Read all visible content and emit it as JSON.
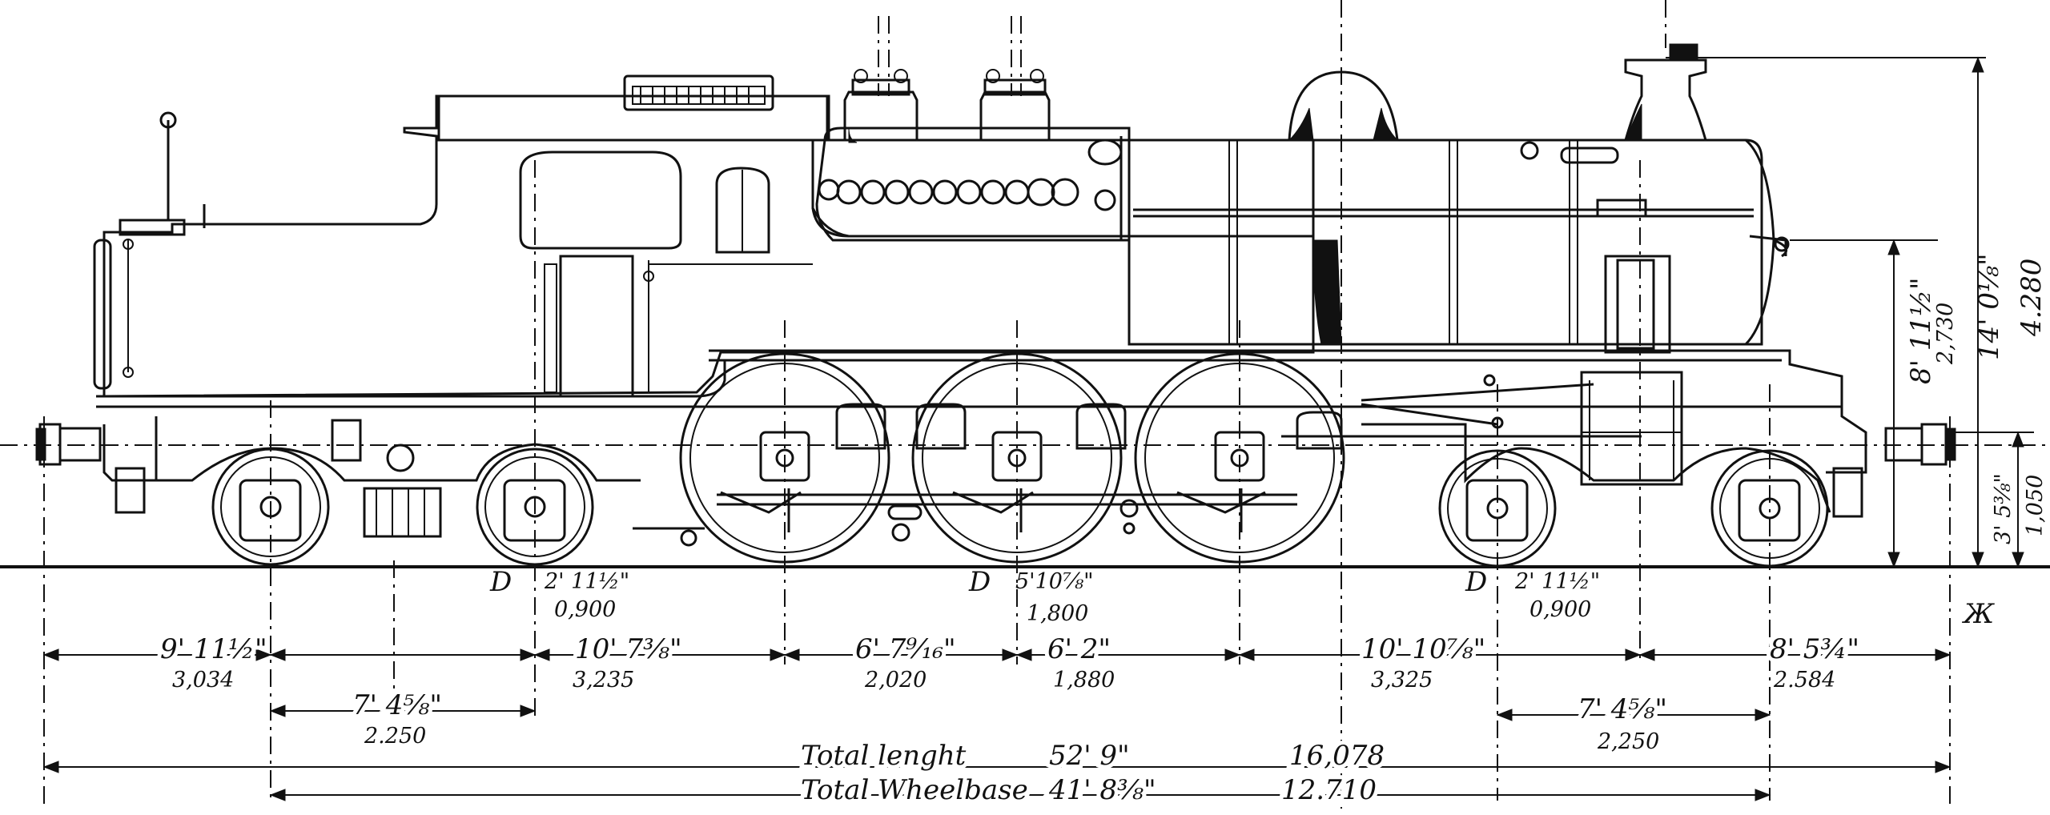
{
  "wheel_labels": {
    "leading": {
      "marker": "D",
      "imperial": "2' 11½\"",
      "metric": "0,900"
    },
    "driving": {
      "marker": "D",
      "imperial": "5'10⅞\"",
      "metric": "1,800"
    },
    "trailing": {
      "marker": "D",
      "imperial": "2' 11½\"",
      "metric": "0,900"
    }
  },
  "spacing": [
    {
      "imperial": "9' 11½\"",
      "metric": "3,034"
    },
    {
      "imperial": "10' 7⅜\"",
      "metric": "3,235"
    },
    {
      "imperial": "6' 7⁹⁄₁₆\"",
      "metric": "2,020"
    },
    {
      "imperial": "6' 2\"",
      "metric": "1,880"
    },
    {
      "imperial": "10' 10⅞\"",
      "metric": "3,325"
    },
    {
      "imperial": "8' 5¾\"",
      "metric": "2.584"
    }
  ],
  "bogie_left": {
    "imperial": "7' 4⅝\"",
    "metric": "2.250"
  },
  "bogie_right": {
    "imperial": "7' 4⅝\"",
    "metric": "2,250"
  },
  "totals": {
    "length_label": "Total lenght",
    "length_imperial": "52' 9\"",
    "length_metric": "16,078",
    "wheelbase_label": "Total Wheelbase",
    "wheelbase_imperial": "41' 8⅜\"",
    "wheelbase_metric": "12.710"
  },
  "heights": {
    "boiler_imperial": "8' 11½\"",
    "boiler_metric": "2,730",
    "total_imperial": "14' 0⅛\"",
    "total_metric": "4.280",
    "buffer_imperial": "3' 5⅜\"",
    "buffer_metric": "1,050"
  },
  "monogram": "Ж"
}
